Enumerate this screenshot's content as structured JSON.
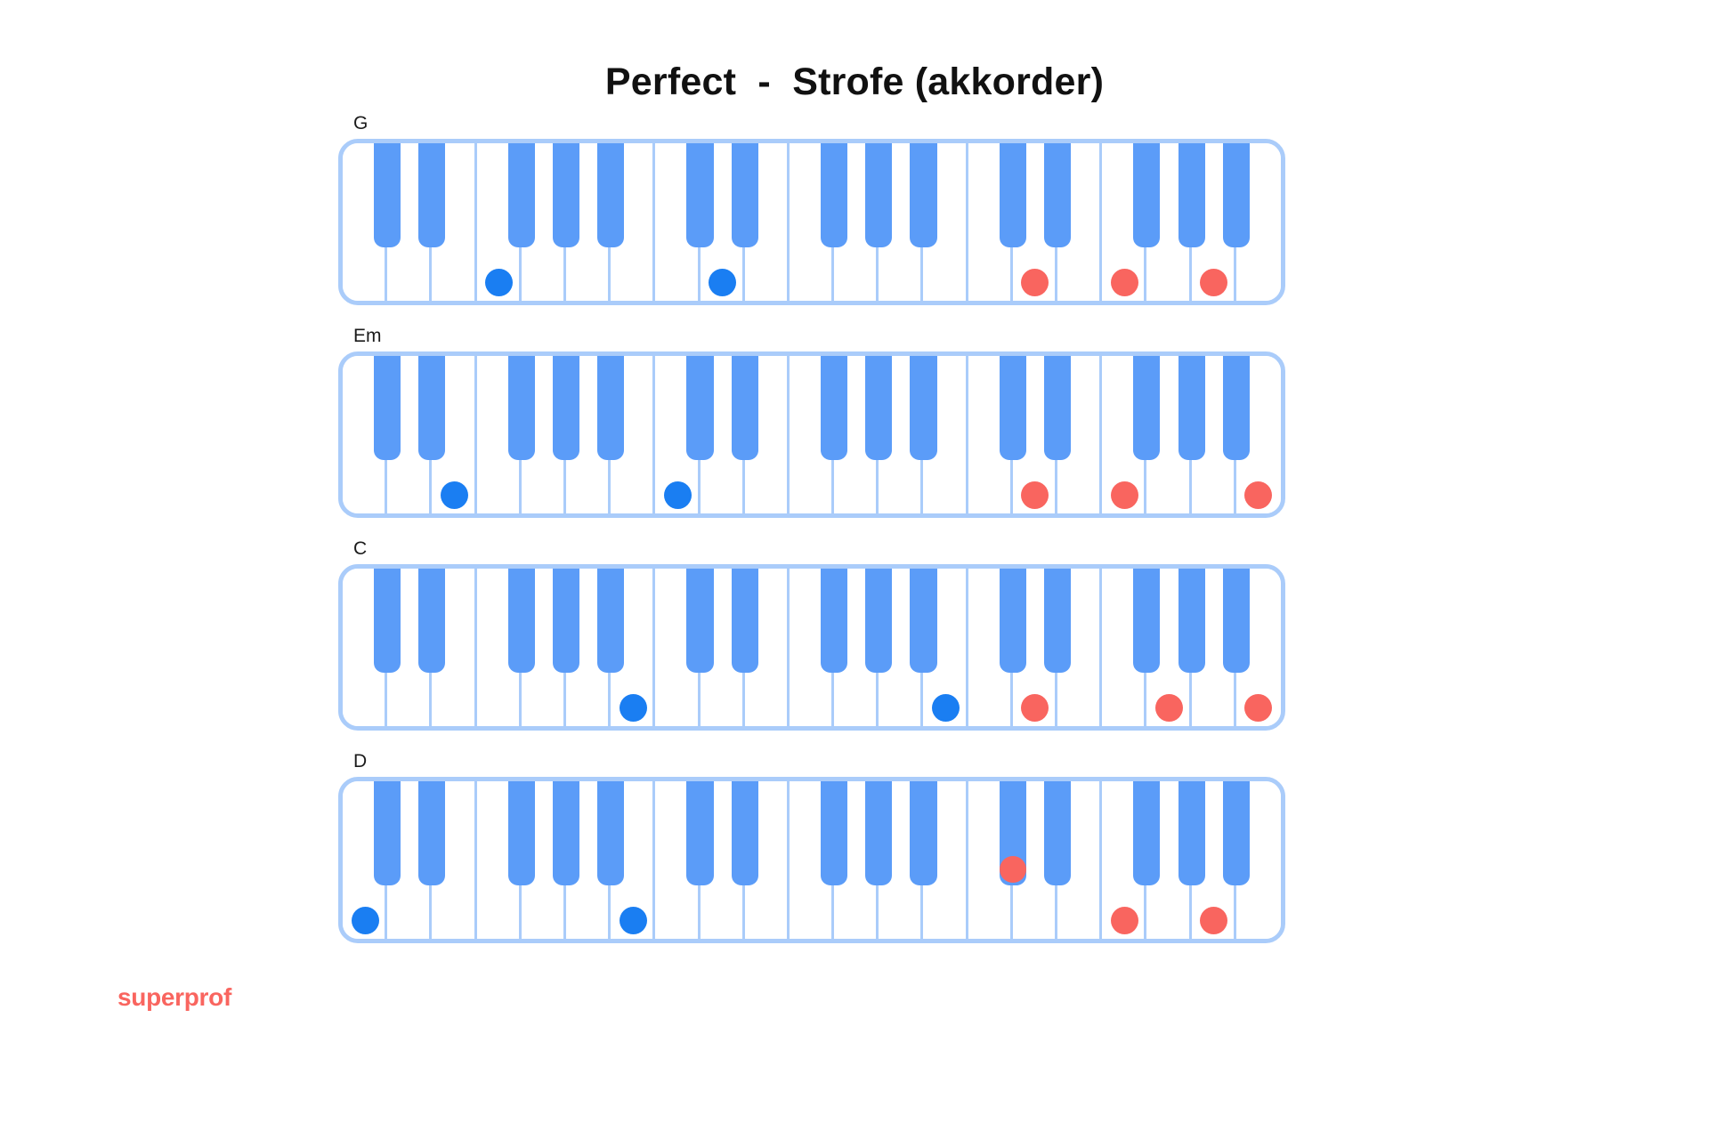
{
  "title": "Perfect  -  Strofe (akkorder)",
  "footer": {
    "logo_text": "superprof"
  },
  "colors": {
    "black_key": "#5b9cf8",
    "outline": "#aaccfa",
    "dot_blue": "#1a7ef2",
    "dot_red": "#f9655f",
    "background": "#ffffff",
    "title_text": "#111111"
  },
  "keyboard": {
    "white_key_count": 21,
    "octave_start_note": "C",
    "black_key_white_indices": [
      0,
      1,
      3,
      4,
      5,
      7,
      8,
      10,
      11,
      12,
      14,
      15,
      17,
      18,
      19
    ]
  },
  "chords": [
    {
      "label": "G",
      "notes": [
        {
          "color": "blue",
          "key_type": "white",
          "white_index": 3
        },
        {
          "color": "blue",
          "key_type": "white",
          "white_index": 8
        },
        {
          "color": "red",
          "key_type": "white",
          "white_index": 15
        },
        {
          "color": "red",
          "key_type": "white",
          "white_index": 17
        },
        {
          "color": "red",
          "key_type": "white",
          "white_index": 19
        }
      ]
    },
    {
      "label": "Em",
      "notes": [
        {
          "color": "blue",
          "key_type": "white",
          "white_index": 2
        },
        {
          "color": "blue",
          "key_type": "white",
          "white_index": 7
        },
        {
          "color": "red",
          "key_type": "white",
          "white_index": 15
        },
        {
          "color": "red",
          "key_type": "white",
          "white_index": 17
        },
        {
          "color": "red",
          "key_type": "white",
          "white_index": 20
        }
      ]
    },
    {
      "label": "C",
      "notes": [
        {
          "color": "blue",
          "key_type": "white",
          "white_index": 6
        },
        {
          "color": "blue",
          "key_type": "white",
          "white_index": 13
        },
        {
          "color": "red",
          "key_type": "white",
          "white_index": 15
        },
        {
          "color": "red",
          "key_type": "white",
          "white_index": 18
        },
        {
          "color": "red",
          "key_type": "white",
          "white_index": 20
        }
      ]
    },
    {
      "label": "D",
      "notes": [
        {
          "color": "blue",
          "key_type": "white",
          "white_index": 0
        },
        {
          "color": "blue",
          "key_type": "white",
          "white_index": 6
        },
        {
          "color": "red",
          "key_type": "black",
          "white_index": 14
        },
        {
          "color": "red",
          "key_type": "white",
          "white_index": 17
        },
        {
          "color": "red",
          "key_type": "white",
          "white_index": 19
        }
      ]
    }
  ]
}
